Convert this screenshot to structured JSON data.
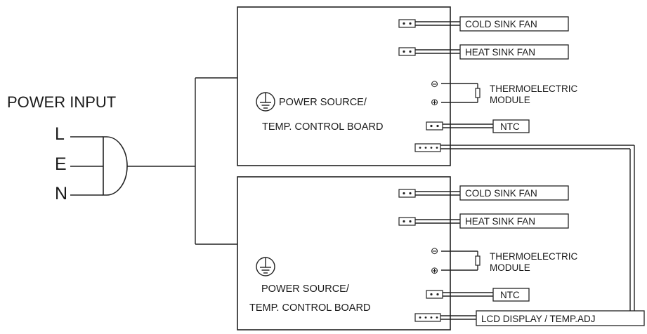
{
  "power_input": {
    "title": "POWER INPUT",
    "line_l": "L",
    "line_e": "E",
    "line_n": "N"
  },
  "board_top": {
    "label_line1": "POWER SOURCE/",
    "label_line2": "TEMP. CONTROL BOARD",
    "cold_sink_fan": "COLD SINK FAN",
    "heat_sink_fan": "HEAT SINK FAN",
    "te_module_line1": "THERMOELECTRIC",
    "te_module_line2": "MODULE",
    "ntc": "NTC",
    "minus_symbol": "⊖",
    "plus_symbol": "⊕"
  },
  "board_bottom": {
    "label_line1": "POWER SOURCE/",
    "label_line2": "TEMP. CONTROL BOARD",
    "cold_sink_fan": "COLD SINK FAN",
    "heat_sink_fan": "HEAT SINK FAN",
    "te_module_line1": "THERMOELECTRIC",
    "te_module_line2": "MODULE",
    "ntc": "NTC",
    "minus_symbol": "⊖",
    "plus_symbol": "⊕"
  },
  "display": {
    "label": "LCD DISPLAY / TEMP.ADJ"
  }
}
